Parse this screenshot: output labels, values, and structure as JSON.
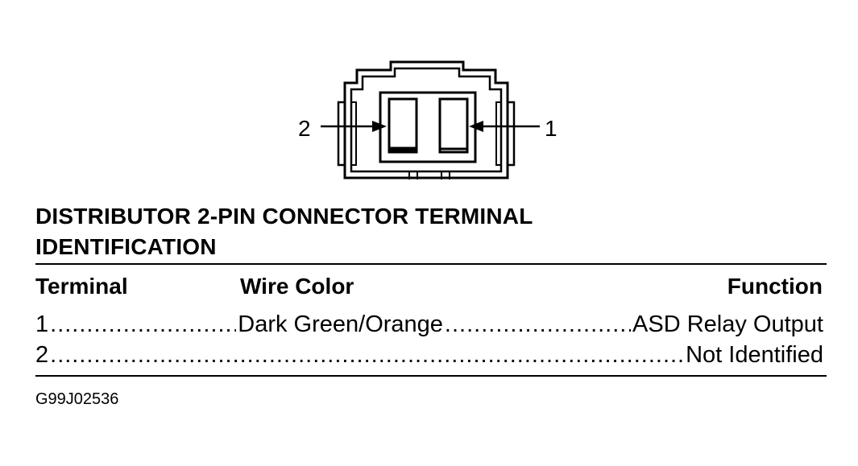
{
  "pins": {
    "left_label": "2",
    "right_label": "1"
  },
  "title": {
    "line1": "DISTRIBUTOR 2-PIN CONNECTOR TERMINAL",
    "line2": "IDENTIFICATION"
  },
  "table": {
    "headers": {
      "terminal": "Terminal",
      "wire_color": "Wire Color",
      "function": "Function"
    },
    "rows": [
      {
        "terminal": "1",
        "wire_color": "Dark Green/Orange",
        "function": "ASD Relay Output"
      },
      {
        "terminal": "2",
        "wire_color": "",
        "function": "Not Identified"
      }
    ]
  },
  "figure_id": "G99J02536"
}
